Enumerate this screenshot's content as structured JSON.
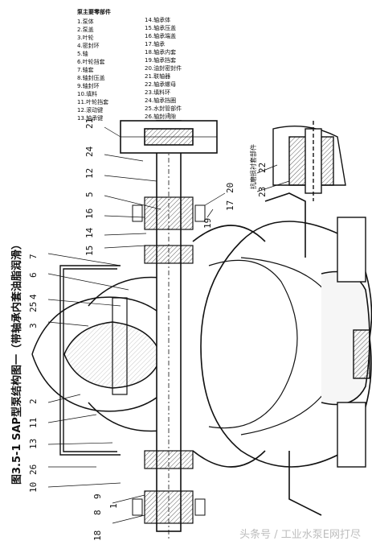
{
  "caption": "图3.5-1 SAP型泵结构图一（带轴承内套油脂润滑）",
  "legend": {
    "heading": "泵主要零部件",
    "items": [
      "1.泵体",
      "2.泵盖",
      "3.叶轮",
      "4.密封环",
      "5.轴",
      "6.叶轮挡套",
      "7.轴套",
      "8.轴封压盖",
      "9.轴封环",
      "10.填料",
      "11.叶轮挡套",
      "12.滚动键",
      "13.轴承键",
      "14.轴承体",
      "15.轴承压盖",
      "16.轴承端盖",
      "17.轴承",
      "18.轴承内套",
      "19.轴承挡套",
      "20.油封密封件",
      "21.联轴器",
      "22.轴承螺母",
      "23.填料环",
      "24.轴承挡圈",
      "25.水封管部件",
      "26.轴封间隙"
    ]
  },
  "detail_label": "抗磨损衬套部件",
  "part_numbers": [
    "1",
    "2",
    "3",
    "4",
    "5",
    "6",
    "7",
    "8",
    "9",
    "10",
    "11",
    "12",
    "13",
    "14",
    "15",
    "16",
    "17",
    "18",
    "19",
    "20",
    "21",
    "22",
    "23",
    "24",
    "25",
    "26"
  ],
  "watermark": "头条号 / 工业水泵E网打尽",
  "colors": {
    "line": "#111111",
    "hatch": "#333333",
    "watermark": "#bdbdbd"
  }
}
